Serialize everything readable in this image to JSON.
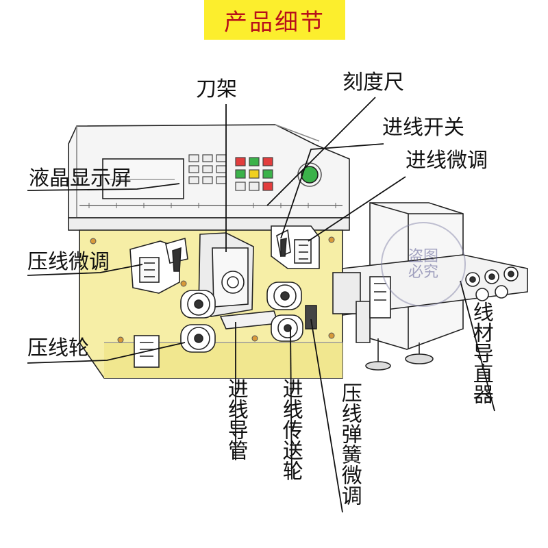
{
  "header": {
    "title": "产品细节"
  },
  "colors": {
    "banner_bg": "#fcee2d",
    "banner_text": "#b8101a",
    "panel": "#f6eea6"
  },
  "labels": {
    "lcd": "液晶显示屏",
    "tool_holder": "刀架",
    "scale": "刻度尺",
    "feed_switch": "进线开关",
    "feed_fine_adjust": "进线微调",
    "press_fine_adjust": "压线微调",
    "press_wheel": "压线轮",
    "feed_guide_tube": "进线导管",
    "feed_drive_wheel": "进线传送轮",
    "press_spring_adjust": "压线弹簧微调",
    "wire_straightener": "线材导直器"
  },
  "watermark": {
    "text": "盗图必究"
  }
}
